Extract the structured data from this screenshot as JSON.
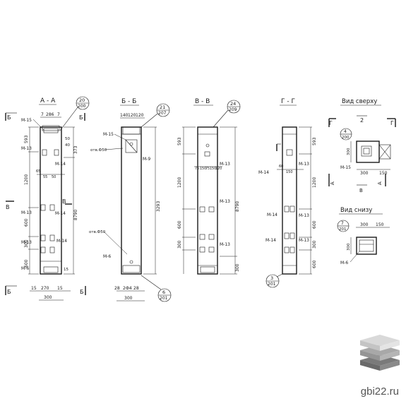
{
  "sections": {
    "aa": {
      "title": "А - А",
      "callout_top": "20",
      "callout_bottom": "200",
      "marks": [
        "М-15",
        "М-13",
        "М-14",
        "М-13",
        "М-14",
        "М-13",
        "М-14",
        "М-6"
      ],
      "dims_left": [
        "593",
        "1200",
        "600",
        "300",
        "600"
      ],
      "dims_right": [
        "373",
        "8790"
      ],
      "dims_top": [
        "7",
        "286",
        "7"
      ],
      "dims_bottom": [
        "15",
        "270",
        "15",
        "300"
      ],
      "small_right": [
        "50",
        "40"
      ],
      "mid_labels": [
        "65",
        "55",
        "50"
      ],
      "mid_bottom": [
        "15"
      ],
      "side_letters": [
        "Б",
        "Б",
        "В",
        "В",
        "Б",
        "Б"
      ]
    },
    "bb": {
      "title": "Б - Б",
      "callout_top": "21",
      "callout_bottom": "207",
      "callout2_top": "6",
      "callout2_bottom": "201",
      "dims_top": [
        "140",
        "120",
        "120"
      ],
      "dims_bottom": [
        "28",
        "2Ф4",
        "28",
        "300"
      ],
      "marks": [
        "М-15",
        "М-9",
        "М-6"
      ],
      "labels": [
        "отв.Ф50",
        "отв.Ф50"
      ],
      "height": "3293"
    },
    "vv": {
      "title": "В - В",
      "callout_top": "24",
      "callout_bottom": "209",
      "dims_left": [
        "593",
        "1200",
        "600",
        "300"
      ],
      "dims_right": [
        "8790",
        "300"
      ],
      "mid_labels": [
        "75",
        "150",
        "75",
        "150",
        "120"
      ],
      "marks": [
        "М-13",
        "М-13",
        "М-13"
      ]
    },
    "gg": {
      "title": "Г - Г",
      "callout_top": "3",
      "callout_bottom": "201",
      "dims_right": [
        "593",
        "1200",
        "600",
        "300",
        "600"
      ],
      "mid_labels": [
        "60",
        "150"
      ],
      "marks": [
        "М-14",
        "М-14",
        "М-13",
        "М-14",
        "М-13"
      ]
    },
    "top_view": {
      "title": "Вид сверху",
      "callout_top": "4",
      "callout_bottom": "200",
      "letters": [
        "Г",
        "2",
        "Г",
        "А",
        "А"
      ],
      "dims": [
        "300",
        "150",
        "300"
      ],
      "mark": "М-15"
    },
    "bottom_view": {
      "title": "Вид снизу",
      "callout_top": "7",
      "callout_bottom": "201",
      "dims": [
        "300",
        "150",
        "300"
      ],
      "mark": "М-6"
    }
  },
  "watermark": "gbi22.ru",
  "colors": {
    "ink": "#1a1a1a",
    "logo_light": "#d9d9d9",
    "logo_mid": "#a8a8a8",
    "logo_dark": "#7a7a7a"
  }
}
